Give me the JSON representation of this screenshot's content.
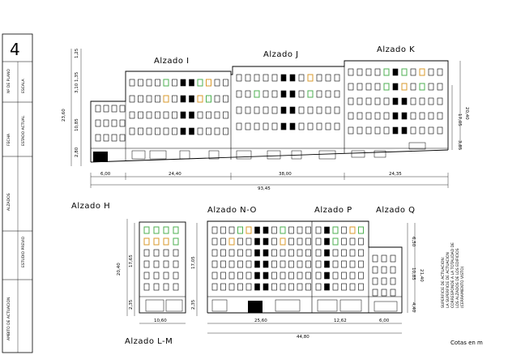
{
  "title_block": {
    "number": "4",
    "texts": [
      "Nº DE PLANO",
      "ESCALA",
      "FECHA",
      "ESTADO ACTUAL",
      "ALZADOS",
      "ESTUDIO PREVIO",
      "AMBITO DE ACTUACION"
    ]
  },
  "elevations": {
    "I": "Alzado I",
    "J": "Alzado J",
    "K": "Alzado K",
    "H": "Alzado H",
    "NO": "Alzado N-O",
    "P": "Alzado P",
    "Q": "Alzado Q",
    "LM": "Alzado L-M"
  },
  "dims_top": {
    "left_total": "23,60",
    "left_a": "1,25",
    "left_b": "1,35",
    "left_c": "3,10",
    "left_d": "10,85",
    "left_e": "2,80",
    "bottom_a": "6,00",
    "bottom_b": "24,40",
    "bottom_c": "38,00",
    "bottom_d": "24,35",
    "bottom_total": "93,45",
    "right_a": "17,05",
    "right_total": "20,40",
    "right_b": "3,85"
  },
  "dims_bottom": {
    "h_left_total": "20,40",
    "h_left_a": "17,65",
    "h_left_b": "2,35",
    "lm_height": "17,05",
    "lm_b": "2,35",
    "h_width": "10,60",
    "no_width": "25,60",
    "p_width": "12,62",
    "q_width": "6,00",
    "bottom_total": "44,80",
    "right_a": "6,50",
    "right_b": "10,85",
    "right_c": "4,40",
    "right_total": "21,40"
  },
  "notes": {
    "superficie": [
      "SUPERFICIE DE ACTUACION:",
      "LA SUPERFICIE DE ACTUACION",
      "CORRESPONDE A LA TOTALIDAD DE",
      "LOS ALZADOS DE LOS EDIFICIOS",
      "(CERRAMIENTO VISTO)"
    ],
    "cotas": "Cotas en m"
  },
  "colors": {
    "line": "#000000",
    "window_green": "#4caf50",
    "window_orange": "#d99a2b"
  }
}
